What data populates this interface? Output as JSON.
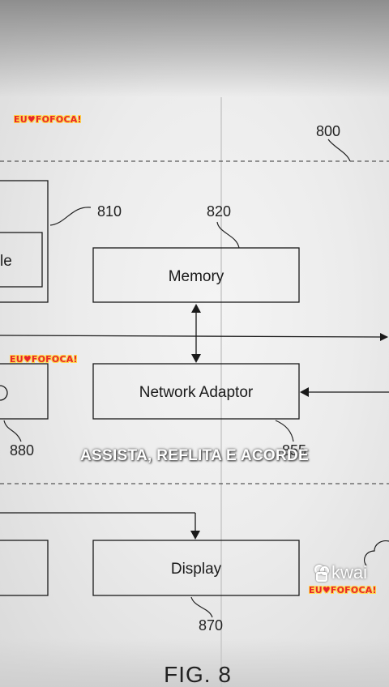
{
  "diagram": {
    "labels": {
      "module_partial": "le",
      "memory": "Memory",
      "network_adaptor": "Network Adaptor",
      "display": "Display"
    },
    "refs": {
      "r800": "800",
      "r810": "810",
      "r820": "820",
      "r880": "880",
      "r855": "855",
      "r870": "870"
    },
    "figure": "FIG. 8"
  },
  "overlay": {
    "badge_text_1": "EU",
    "badge_heart": "♥",
    "badge_text_2": "FOFOCA!",
    "caption": "ASSISTA, REFLITA E ACORDE",
    "watermark": "kwai"
  },
  "colors": {
    "badge_red": "#e8262d",
    "badge_outline": "#ffd84a",
    "line": "#1a1a1a"
  }
}
